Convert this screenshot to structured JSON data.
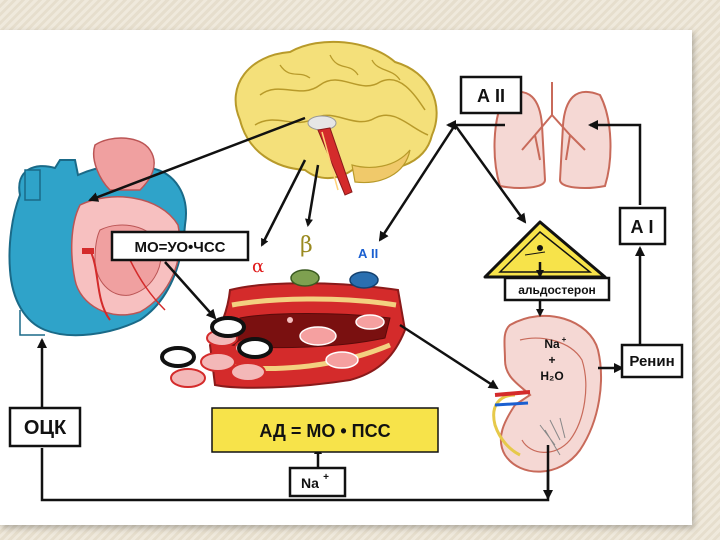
{
  "labels": {
    "mo_formula": "МО=УО•ЧСС",
    "ad_formula": "АД = МО • ПСС",
    "a2_top": "А II",
    "a2_vessel": "А II",
    "a1": "А I",
    "renin": "Ренин",
    "ock": "ОЦК",
    "aldosterone": "альдостерон",
    "na_plus_bottom": "Na",
    "na_sup_bottom": "+",
    "na_kidney": "Na",
    "na_kidney_sup": "+",
    "plus": "+",
    "h2o": "H₂O",
    "alpha": "α",
    "beta": "β"
  },
  "colors": {
    "formula_highlight": "#f7e34a",
    "heart_blue": "#2fa3c9",
    "heart_pink": "#f0a0a0",
    "brain_yellow": "#f4e07a",
    "vessel_red": "#d42b2b",
    "lungs": "#f5d8d4",
    "adrenal": "#f7e34a",
    "receptor_green": "#7ea050",
    "receptor_blue": "#2a6fb0",
    "accent_red": "#e01a1a",
    "accent_blue": "#1a5fd0"
  }
}
